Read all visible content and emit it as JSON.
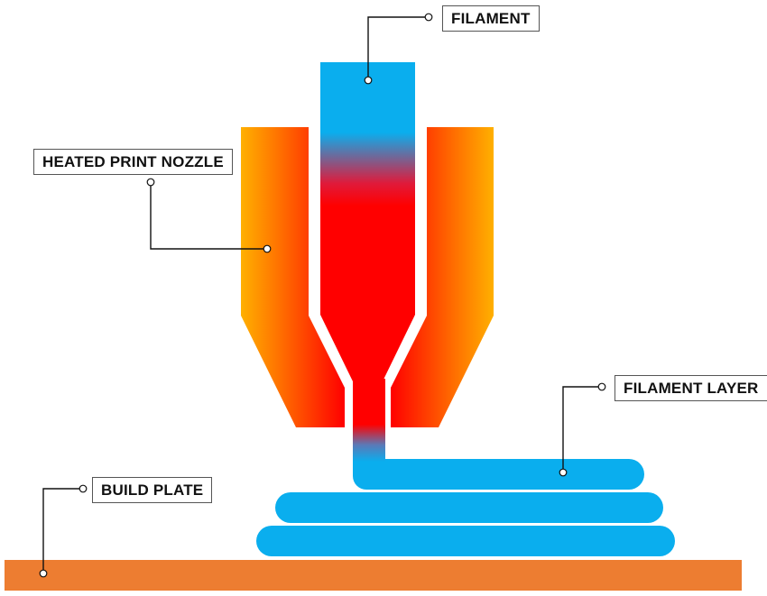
{
  "labels": {
    "filament": "FILAMENT",
    "heated_print_nozzle": "HEATED PRINT NOZZLE",
    "filament_layer": "FILAMENT LAYER",
    "build_plate": "BUILD PLATE"
  },
  "colors": {
    "filament_blue": "#0aaeee",
    "hot_red": "#ff0000",
    "nozzle_orange": "#ffb000",
    "build_plate": "#ed7d31",
    "leader_line": "#111111"
  }
}
